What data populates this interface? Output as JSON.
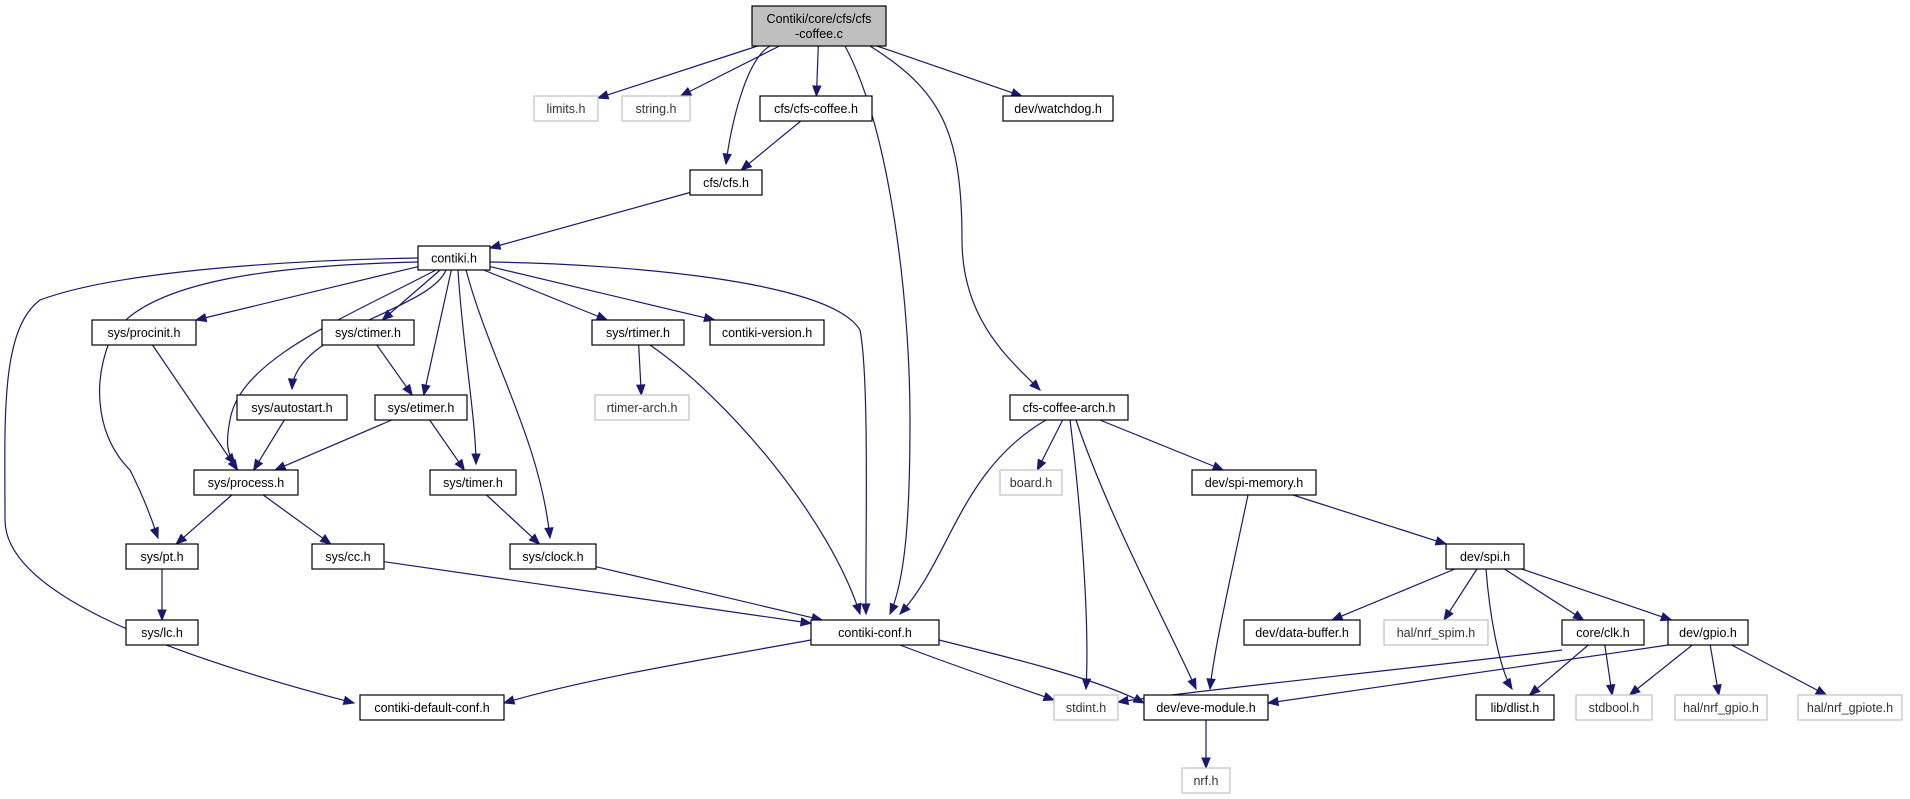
{
  "diagram": {
    "type": "include-dependency-graph",
    "colors": {
      "edge": "#191970",
      "node_border": "#000000",
      "external_border": "#c0c0c0",
      "root_fill": "#bfbfbf",
      "background": "#ffffff"
    },
    "nodes": [
      {
        "id": "root",
        "label_lines": [
          "Contiki/core/cfs/cfs",
          "-coffee.c"
        ],
        "kind": "root"
      },
      {
        "id": "limits",
        "label": "limits.h",
        "kind": "external"
      },
      {
        "id": "string",
        "label": "string.h",
        "kind": "external"
      },
      {
        "id": "cfscoffee",
        "label": "cfs/cfs-coffee.h",
        "kind": "internal"
      },
      {
        "id": "watchdog",
        "label": "dev/watchdog.h",
        "kind": "internal"
      },
      {
        "id": "cfs",
        "label": "cfs/cfs.h",
        "kind": "internal"
      },
      {
        "id": "contiki",
        "label": "contiki.h",
        "kind": "internal"
      },
      {
        "id": "procinit",
        "label": "sys/procinit.h",
        "kind": "internal"
      },
      {
        "id": "ctimer",
        "label": "sys/ctimer.h",
        "kind": "internal"
      },
      {
        "id": "rtimer",
        "label": "sys/rtimer.h",
        "kind": "internal"
      },
      {
        "id": "version",
        "label": "contiki-version.h",
        "kind": "internal"
      },
      {
        "id": "autostart",
        "label": "sys/autostart.h",
        "kind": "internal"
      },
      {
        "id": "etimer",
        "label": "sys/etimer.h",
        "kind": "internal"
      },
      {
        "id": "rtimerarch",
        "label": "rtimer-arch.h",
        "kind": "external"
      },
      {
        "id": "coffeearch",
        "label": "cfs-coffee-arch.h",
        "kind": "internal"
      },
      {
        "id": "process",
        "label": "sys/process.h",
        "kind": "internal"
      },
      {
        "id": "timer",
        "label": "sys/timer.h",
        "kind": "internal"
      },
      {
        "id": "board",
        "label": "board.h",
        "kind": "external"
      },
      {
        "id": "spimemory",
        "label": "dev/spi-memory.h",
        "kind": "internal"
      },
      {
        "id": "pt",
        "label": "sys/pt.h",
        "kind": "internal"
      },
      {
        "id": "cc",
        "label": "sys/cc.h",
        "kind": "internal"
      },
      {
        "id": "clock",
        "label": "sys/clock.h",
        "kind": "internal"
      },
      {
        "id": "spi",
        "label": "dev/spi.h",
        "kind": "internal"
      },
      {
        "id": "lc",
        "label": "sys/lc.h",
        "kind": "internal"
      },
      {
        "id": "conf",
        "label": "contiki-conf.h",
        "kind": "internal"
      },
      {
        "id": "databuffer",
        "label": "dev/data-buffer.h",
        "kind": "internal"
      },
      {
        "id": "nrfspim",
        "label": "hal/nrf_spim.h",
        "kind": "external"
      },
      {
        "id": "clk",
        "label": "core/clk.h",
        "kind": "internal"
      },
      {
        "id": "gpio",
        "label": "dev/gpio.h",
        "kind": "internal"
      },
      {
        "id": "defconf",
        "label": "contiki-default-conf.h",
        "kind": "internal"
      },
      {
        "id": "stdint",
        "label": "stdint.h",
        "kind": "external"
      },
      {
        "id": "eve",
        "label": "dev/eve-module.h",
        "kind": "internal"
      },
      {
        "id": "dlist",
        "label": "lib/dlist.h",
        "kind": "internal"
      },
      {
        "id": "stdbool",
        "label": "stdbool.h",
        "kind": "external"
      },
      {
        "id": "nrfgpio",
        "label": "hal/nrf_gpio.h",
        "kind": "external"
      },
      {
        "id": "nrfgpiote",
        "label": "hal/nrf_gpiote.h",
        "kind": "external"
      },
      {
        "id": "nrf",
        "label": "nrf.h",
        "kind": "external"
      }
    ],
    "edges": [
      [
        "root",
        "limits"
      ],
      [
        "root",
        "string"
      ],
      [
        "root",
        "cfscoffee"
      ],
      [
        "root",
        "cfs"
      ],
      [
        "root",
        "watchdog"
      ],
      [
        "root",
        "conf"
      ],
      [
        "root",
        "coffeearch"
      ],
      [
        "cfscoffee",
        "cfs"
      ],
      [
        "cfs",
        "contiki"
      ],
      [
        "contiki",
        "procinit"
      ],
      [
        "contiki",
        "ctimer"
      ],
      [
        "contiki",
        "rtimer"
      ],
      [
        "contiki",
        "version"
      ],
      [
        "contiki",
        "autostart"
      ],
      [
        "contiki",
        "etimer"
      ],
      [
        "contiki",
        "process"
      ],
      [
        "contiki",
        "timer"
      ],
      [
        "contiki",
        "clock"
      ],
      [
        "contiki",
        "pt"
      ],
      [
        "contiki",
        "conf"
      ],
      [
        "contiki",
        "defconf"
      ],
      [
        "procinit",
        "process"
      ],
      [
        "ctimer",
        "etimer"
      ],
      [
        "autostart",
        "process"
      ],
      [
        "etimer",
        "process"
      ],
      [
        "etimer",
        "timer"
      ],
      [
        "timer",
        "clock"
      ],
      [
        "process",
        "pt"
      ],
      [
        "process",
        "cc"
      ],
      [
        "pt",
        "lc"
      ],
      [
        "cc",
        "conf"
      ],
      [
        "clock",
        "conf"
      ],
      [
        "rtimer",
        "rtimerarch"
      ],
      [
        "rtimer",
        "conf"
      ],
      [
        "coffeearch",
        "conf"
      ],
      [
        "coffeearch",
        "board"
      ],
      [
        "coffeearch",
        "stdint"
      ],
      [
        "coffeearch",
        "eve"
      ],
      [
        "coffeearch",
        "spimemory"
      ],
      [
        "spimemory",
        "eve"
      ],
      [
        "spimemory",
        "spi"
      ],
      [
        "spi",
        "databuffer"
      ],
      [
        "spi",
        "nrfspim"
      ],
      [
        "spi",
        "dlist"
      ],
      [
        "spi",
        "clk"
      ],
      [
        "spi",
        "gpio"
      ],
      [
        "clk",
        "stdint"
      ],
      [
        "clk",
        "dlist"
      ],
      [
        "clk",
        "stdbool"
      ],
      [
        "gpio",
        "eve"
      ],
      [
        "gpio",
        "stdbool"
      ],
      [
        "gpio",
        "nrfgpio"
      ],
      [
        "gpio",
        "nrfgpiote"
      ],
      [
        "conf",
        "defconf"
      ],
      [
        "conf",
        "stdint"
      ],
      [
        "conf",
        "eve"
      ],
      [
        "eve",
        "nrf"
      ]
    ]
  }
}
